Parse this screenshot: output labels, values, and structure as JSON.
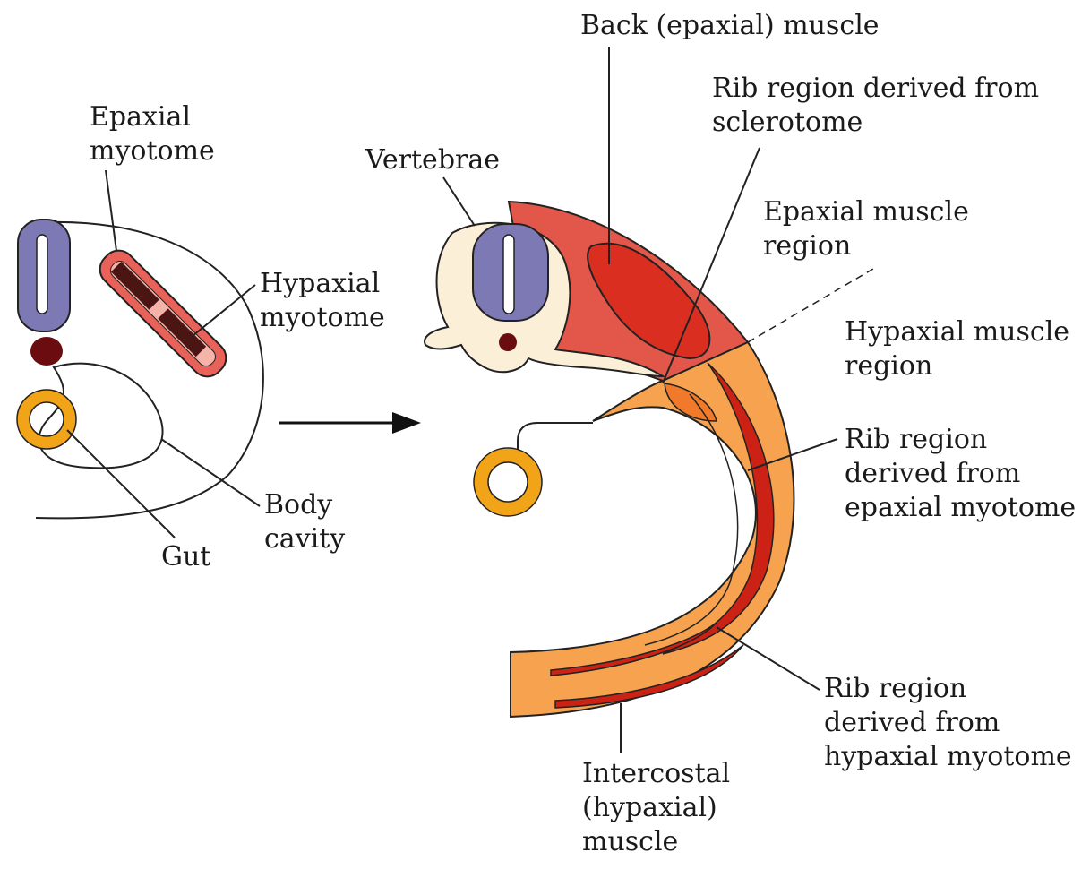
{
  "labels": {
    "epaxial_myotome": [
      "Epaxial",
      "myotome"
    ],
    "hypaxial_myotome": [
      "Hypaxial",
      "myotome"
    ],
    "body_cavity": [
      "Body",
      "cavity"
    ],
    "gut": "Gut",
    "vertebrae": "Vertebrae",
    "back_muscle": "Back (epaxial) muscle",
    "rib_sclerotome": [
      "Rib region derived from",
      "sclerotome"
    ],
    "epaxial_region": [
      "Epaxial muscle",
      "region"
    ],
    "hypaxial_region": [
      "Hypaxial muscle",
      "region"
    ],
    "rib_epaxial": [
      "Rib region",
      "derived from",
      "epaxial myotome"
    ],
    "rib_hypaxial": [
      "Rib region",
      "derived from",
      "hypaxial myotome"
    ],
    "intercostal": [
      "Intercostal",
      "(hypaxial)",
      "muscle"
    ]
  },
  "colors": {
    "neural_tube": "#7d79b5",
    "notochord": "#6b0d10",
    "myotome_outline": "#e8625a",
    "myotome_inner": "#f6b3a9",
    "gut": "#f2a419",
    "epaxial_muscle": "#e2574a",
    "back_muscle": "#d92e20",
    "hypaxial_muscle": "#f6a24e",
    "rib": "#cc2216",
    "bone": "#fbefd7"
  }
}
